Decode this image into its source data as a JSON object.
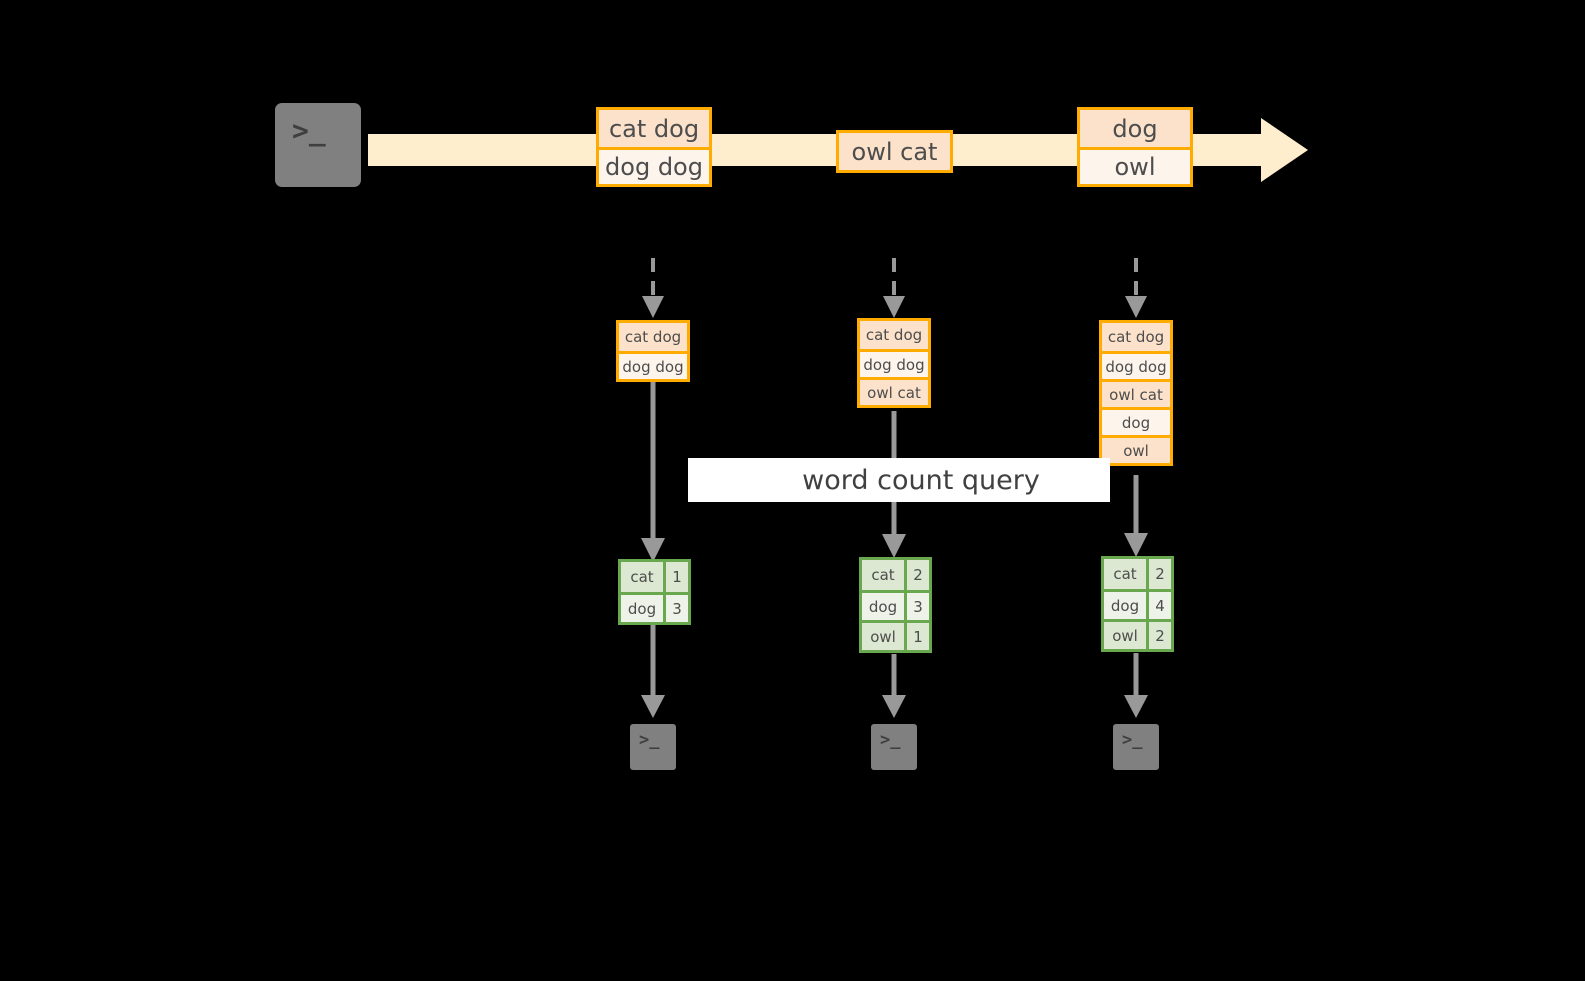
{
  "diagram": {
    "title": "word count query",
    "colors": {
      "stream_fill": "#ffeecd",
      "box_border": "#ffab00",
      "box_fill_dark": "#fce2ca",
      "box_fill_light": "#fdf4ec",
      "result_border": "#6aa84f",
      "result_fill_dark": "#dde8d2",
      "result_fill_light": "#eef3ea",
      "connector": "#999999",
      "terminal_fill": "#808080",
      "background": "#000000",
      "label_fill": "#ffffff"
    },
    "icons": {
      "terminal_glyph": ">_",
      "source_terminal": "terminal-icon",
      "sink_terminal": "terminal-icon",
      "arrow": "arrow-right-icon",
      "dashed_arrow": "dashed-arrow-down-icon",
      "solid_arrow": "arrow-down-icon"
    },
    "stream": {
      "name": "input-event-stream",
      "events": [
        {
          "name": "event-group-1",
          "lines": [
            "cat dog",
            "dog dog"
          ]
        },
        {
          "name": "event-group-2",
          "lines": [
            "owl cat"
          ]
        },
        {
          "name": "event-group-3",
          "lines": [
            "dog",
            "owl"
          ]
        }
      ]
    },
    "columns": [
      {
        "name": "snapshot-1",
        "accumulated": [
          "cat dog",
          "dog dog"
        ],
        "results": [
          {
            "word": "cat",
            "count": "1"
          },
          {
            "word": "dog",
            "count": "3"
          }
        ]
      },
      {
        "name": "snapshot-2",
        "accumulated": [
          "cat dog",
          "dog dog",
          "owl cat"
        ],
        "results": [
          {
            "word": "cat",
            "count": "2"
          },
          {
            "word": "dog",
            "count": "3"
          },
          {
            "word": "owl",
            "count": "1"
          }
        ]
      },
      {
        "name": "snapshot-3",
        "accumulated": [
          "cat dog",
          "dog dog",
          "owl cat",
          "dog",
          "owl"
        ],
        "results": [
          {
            "word": "cat",
            "count": "2"
          },
          {
            "word": "dog",
            "count": "4"
          },
          {
            "word": "owl",
            "count": "2"
          }
        ]
      }
    ]
  }
}
